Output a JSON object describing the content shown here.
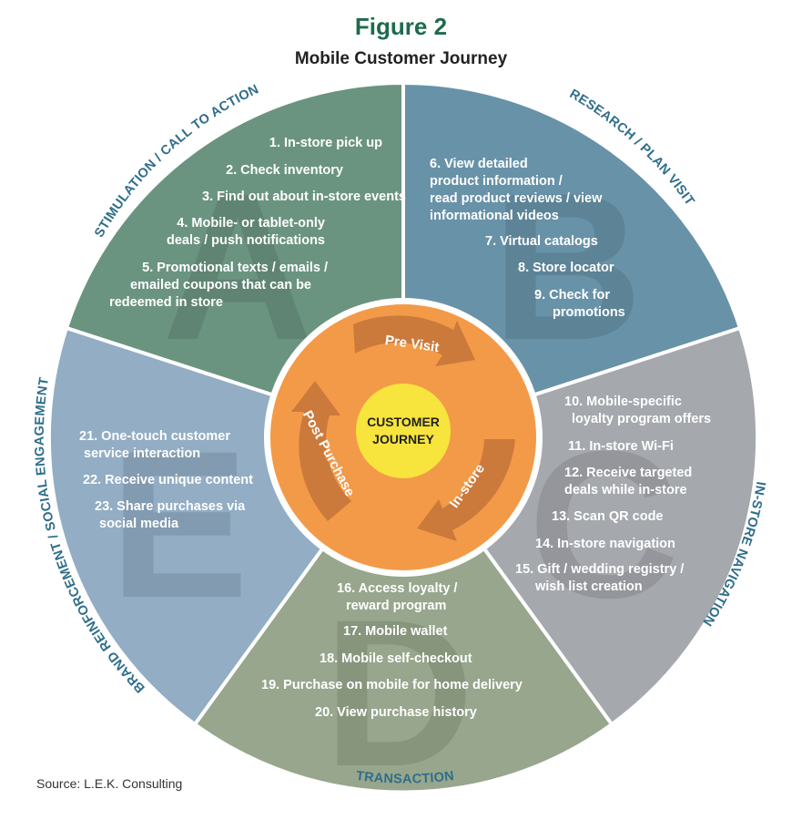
{
  "header": {
    "figure_title": "Figure 2",
    "subtitle": "Mobile Customer Journey"
  },
  "footer": {
    "source": "Source: L.E.K. Consulting"
  },
  "center": {
    "line1": "CUSTOMER",
    "line2": "JOURNEY",
    "arrows": [
      "Pre Visit",
      "In-store",
      "Post Purchase"
    ]
  },
  "colors": {
    "stimulation": "#6b9480",
    "research": "#6892a8",
    "navigation": "#a5a8ad",
    "transaction": "#97a68c",
    "brand": "#92adc4",
    "hub": "#f39a48",
    "arrow": "#cb7a3c",
    "core": "#f7e43c",
    "title": "#1d6b4d",
    "ring_label": "#2f6e8a"
  },
  "segments": [
    {
      "letter": "A",
      "label": "STIMULATION / CALL TO ACTION",
      "items": [
        [
          "1. In-store pick up"
        ],
        [
          "2. Check inventory"
        ],
        [
          "3. Find out about in-store events"
        ],
        [
          "4. Mobile- or tablet-only",
          "deals / push notifications"
        ],
        [
          "5. Promotional texts / emails /",
          "emailed coupons that can be",
          "redeemed in store"
        ]
      ]
    },
    {
      "letter": "B",
      "label": "RESEARCH / PLAN VISIT",
      "items": [
        [
          "6. View detailed",
          "product information /",
          "read product reviews / view",
          "informational videos"
        ],
        [
          "7. Virtual catalogs"
        ],
        [
          "8. Store locator"
        ],
        [
          "9. Check for",
          "promotions"
        ]
      ]
    },
    {
      "letter": "C",
      "label": "IN-STORE NAVIGATION",
      "items": [
        [
          "10. Mobile-specific",
          "loyalty program offers"
        ],
        [
          "11. In-store Wi-Fi"
        ],
        [
          "12. Receive targeted",
          "deals while in-store"
        ],
        [
          "13. Scan QR code"
        ],
        [
          "14. In-store navigation"
        ],
        [
          "15. Gift / wedding registry /",
          "wish list creation"
        ]
      ]
    },
    {
      "letter": "D",
      "label": "TRANSACTION",
      "items": [
        [
          "16. Access loyalty /",
          "reward program"
        ],
        [
          "17. Mobile wallet"
        ],
        [
          "18. Mobile self-checkout"
        ],
        [
          "19. Purchase on mobile for home delivery"
        ],
        [
          "20. View purchase history"
        ]
      ]
    },
    {
      "letter": "E",
      "label": "BRAND REINFORCEMENT / SOCIAL ENGAGEMENT",
      "items": [
        [
          "21. One-touch customer",
          "service interaction"
        ],
        [
          "22. Receive unique content"
        ],
        [
          "23. Share purchases via",
          "social media"
        ]
      ]
    }
  ]
}
